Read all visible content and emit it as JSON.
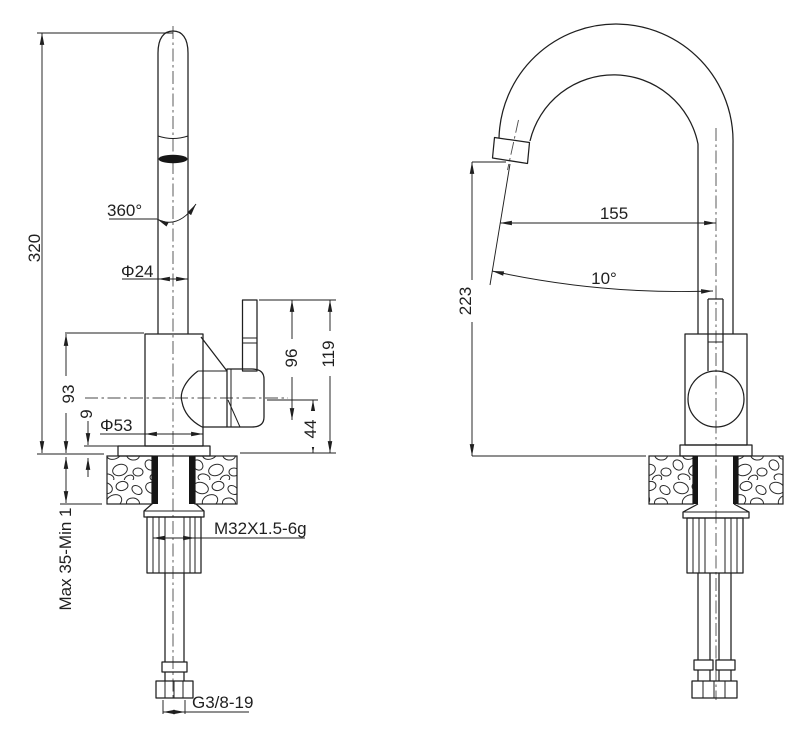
{
  "drawing": {
    "subject": "kitchen faucet two-view dimensional drawing",
    "line_color": "#1f1f1f",
    "centerline_color": "#4a4a4a",
    "background": "#ffffff"
  },
  "front_view": {
    "overall_height": "320",
    "swivel_angle": "360°",
    "spout_tube_diameter": "Φ24",
    "body_height": "93",
    "base_plate_height": "9",
    "base_diameter": "Φ53",
    "handle_height": "96",
    "handle_top_height": "119",
    "valve_center_height": "44",
    "deck_thickness_range": "Max 35-Min 1",
    "mounting_thread": "M32X1.5-6g",
    "inlet_thread": "G3/8-19"
  },
  "side_view": {
    "spout_reach": "155",
    "outlet_height": "223",
    "outlet_angle": "10°"
  }
}
